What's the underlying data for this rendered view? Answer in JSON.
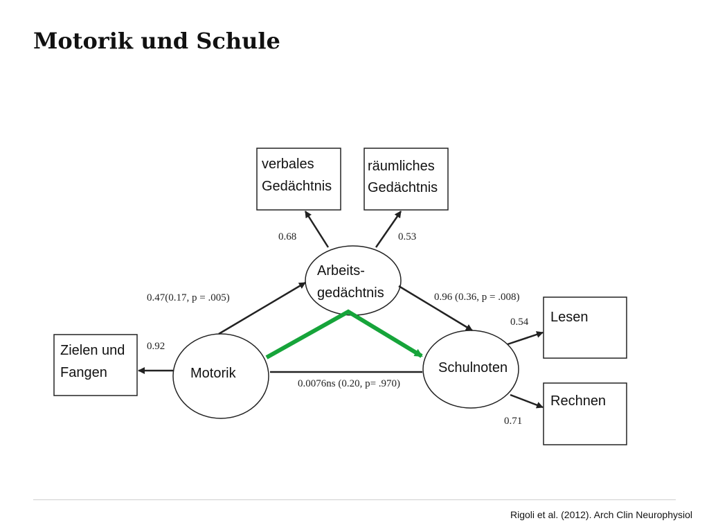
{
  "slide": {
    "title": "Motorik und Schule"
  },
  "nodes": {
    "verbal_memory": {
      "line1": "verbales",
      "line2": "Gedächtnis"
    },
    "spatial_memory": {
      "line1": "räumliches",
      "line2": "Gedächtnis"
    },
    "working_memory": {
      "line1": "Arbeits-",
      "line2": "gedächtnis"
    },
    "aiming": {
      "line1": "Zielen und",
      "line2": "Fangen"
    },
    "motor": {
      "label": "Motorik"
    },
    "grades": {
      "label": "Schulnoten"
    },
    "reading": {
      "label": "Lesen"
    },
    "math": {
      "label": "Rechnen"
    }
  },
  "paths": {
    "wm_to_verbal": "0.68",
    "wm_to_spatial": "0.53",
    "motor_to_wm": "0.47(0.17, p = .005)",
    "wm_to_grades": "0.96 (0.36, p = .008)",
    "motor_to_aiming": "0.92",
    "grades_to_reading": "0.54",
    "grades_to_math": "0.71",
    "motor_to_grades": "0.0076ns (0.20, p= .970)"
  },
  "colors": {
    "highlight_arrow": "#16a43a",
    "lines": "#222222"
  },
  "footer": {
    "citation": "Rigoli et al. (2012). Arch Clin Neurophysiol"
  }
}
